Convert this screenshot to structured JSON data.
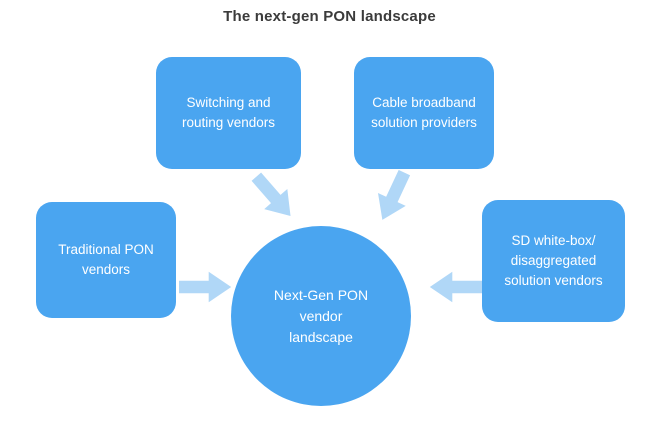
{
  "title": "The next-gen PON landscape",
  "colors": {
    "background": "#ffffff",
    "box": "#4aa5f0",
    "arrow": "#b0d7f7",
    "node_text": "#ffffff",
    "title_text": "#3b3b3b"
  },
  "nodes": {
    "switching": {
      "label": "Switching and\nrouting vendors"
    },
    "cable": {
      "label": "Cable broadband\nsolution providers"
    },
    "traditional": {
      "label": "Traditional PON\nvendors"
    },
    "sd_whitebox": {
      "label": "SD white-box/\ndisaggregated\nsolution vendors"
    },
    "center": {
      "label": "Next-Gen PON\nvendor\nlandscape"
    }
  },
  "arrows": [
    {
      "name": "arrow-switching-to-center",
      "direction": "down-right"
    },
    {
      "name": "arrow-cable-to-center",
      "direction": "down-left"
    },
    {
      "name": "arrow-traditional-to-center",
      "direction": "right"
    },
    {
      "name": "arrow-sd-to-center",
      "direction": "left"
    }
  ]
}
